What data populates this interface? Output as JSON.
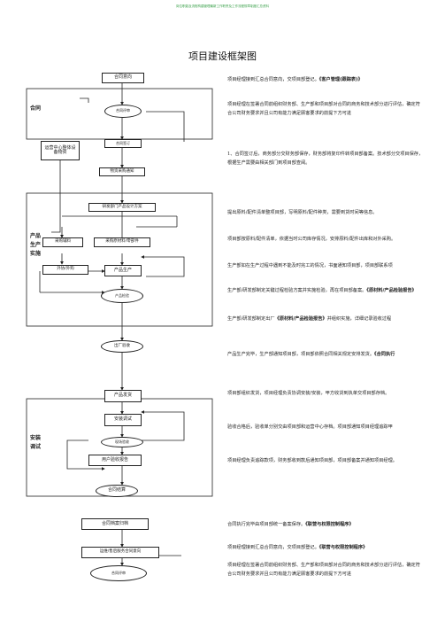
{
  "header_text": "岗位职能及流程构建管理最新工作职责及工作流程规章制度汇总资料",
  "title": "项目建设框架图",
  "side_labels": {
    "contract": "合同",
    "production": "产品生产实施",
    "install": "安装调试"
  },
  "boxes": {
    "contract_intent": "合同意向",
    "contract_review": "合同评审",
    "contract_sign": "合同签订",
    "ops_center": "运营中心整体设备物资",
    "material_order": "物资采购通知",
    "dev_design": "研发部门产品设计方案",
    "purchase_parts": "采购辅料",
    "purchase_material": "采购原材料/零部件",
    "outsource": "外协/外购",
    "production": "产品生产",
    "inspection": "产品检验",
    "factory_accept": "出厂验收",
    "shipping": "产品发货",
    "install_debug": "安装调试",
    "site_accept": "现场验收",
    "acceptance_report": "用户验收报告",
    "contract_close": "合同结算",
    "archive": "合同档案归档",
    "post_sales": "运维/售后服务合同意向",
    "post_review": "合同评审"
  },
  "notes": [
    {
      "text": "项目经理接到汇总合同意向，交项目部登记。",
      "bold": "《客户管理(跟踪表)》"
    },
    {
      "text": "项目经理在签署合同前组织财务部、生产部和项目部对合同的商务和技术部分进行评估，确定符合公司财务要求并且公司有能力满足顾客要求的前提下方可进",
      "bold": ""
    },
    {
      "text": "1、合同签订后，商务部分交财务部保存，财务部将复印件转项目部备案。技术部分交项目保存，根据生产需要由相关部门到项目部查阅。",
      "bold": ""
    },
    {
      "text": "提出原料/配件清单整项目部，写明原料/配件种类，需要到货时间等信息。",
      "bold": ""
    },
    {
      "text": "项目部按原料/配件清单，依据当时公司库存情况，安排原料/配件出库和对外采购。",
      "bold": ""
    },
    {
      "text": "生产部如在生产过程中遇到不能及时完工的情况，书面通知项目部，项目部联系项",
      "bold": ""
    },
    {
      "text": "生产部/研发部制定关键过程检验方案并实施检验，再在项目部备案。",
      "bold": "《原材料/产品检验报告》"
    },
    {
      "text": "生产部/研发部制定出厂",
      "bold": "《原材料/产品检验报告》",
      "tail": "并组织实施，详细记录验收过程"
    },
    {
      "text": "产品生产完毕，生产部通知项目部，项目部依照合同相关规定安排发货。",
      "bold": "《合同执行"
    },
    {
      "text": "项目部组织发货，项目经理负责协调安装/安装，甲方收货到执单交项目部存档。",
      "bold": ""
    },
    {
      "text": "验收合格后，验收单分别交由项目部和运营中心存档。项目部通知项目经理追踪甲",
      "bold": ""
    },
    {
      "text": "项目经理负责追踪款项，财务部收到款后通知项目部，项目部备案并通知项目经理。",
      "bold": ""
    },
    {
      "text": "合同执行完毕由项目部统一备案保存。",
      "bold": "《联营与权限控制程序》"
    },
    {
      "text": "项目经理接到汇总合同意向，交项目部登记。",
      "bold": "《联营与权限控制程序》"
    },
    {
      "text": "项目经理在签署合同前组织财务部、生产部和项目部对合同的商务和技术部分进行评估，确定符合公司财务要求并且公司有能力满足顾客要求的前提下方可进",
      "bold": ""
    }
  ]
}
